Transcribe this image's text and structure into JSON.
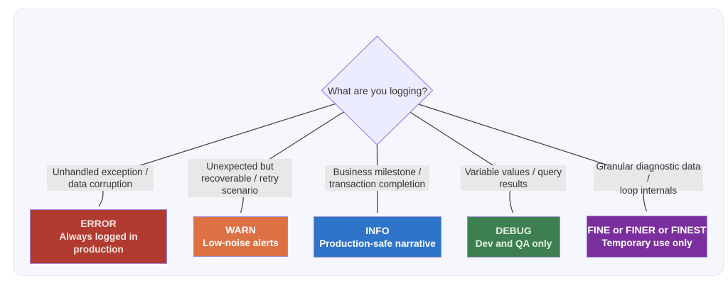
{
  "diagram": {
    "question": "What are you logging?",
    "branches": [
      {
        "condition": "Unhandled exception /\ndata corruption",
        "level": "ERROR",
        "description": "Always logged in\nproduction",
        "fill": "#b13a31",
        "text_color": "#f6e7e3"
      },
      {
        "condition": "Unexpected but\nrecoverable / retry\nscenario",
        "level": "WARN",
        "description": "Low-noise alerts",
        "fill": "#dc7144",
        "text_color": "#ffffff"
      },
      {
        "condition": "Business milestone /\ntransaction completion",
        "level": "INFO",
        "description": "Production-safe narrative",
        "fill": "#2e74c8",
        "text_color": "#ffffff"
      },
      {
        "condition": "Variable values / query\nresults",
        "level": "DEBUG",
        "description": "Dev and QA only",
        "fill": "#3d7f50",
        "text_color": "#e3f3e4"
      },
      {
        "condition": "Granular diagnostic data /\nloop internals",
        "level": "FINE or FINER or FINEST",
        "description": "Temporary use only",
        "fill": "#7b2f9e",
        "text_color": "#ffffff"
      }
    ],
    "colors": {
      "canvas_bg": "#f5f7fc",
      "decision_fill": "#ececff",
      "decision_border": "#9370db",
      "node_border": "#9b87cf",
      "edge_line": "#3b3b3b",
      "edge_label_bg": "#e8e8e8"
    }
  }
}
